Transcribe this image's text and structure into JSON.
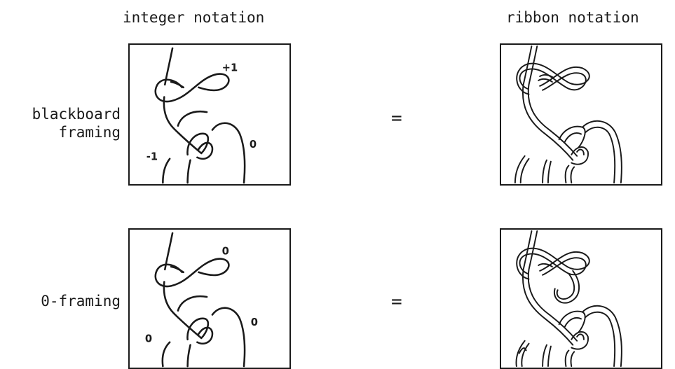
{
  "columns": {
    "integer": "integer notation",
    "ribbon": "ribbon notation"
  },
  "rows": [
    {
      "label_line1": "blackboard",
      "label_line2": "framing",
      "equals": "=",
      "framings": {
        "figure_eight": "+1",
        "left_strand": "-1",
        "right_arc": "0"
      }
    },
    {
      "label_line1": "0-framing",
      "label_line2": "",
      "equals": "=",
      "framings": {
        "figure_eight": "0",
        "left_strand": "0",
        "right_arc": "0"
      }
    }
  ]
}
